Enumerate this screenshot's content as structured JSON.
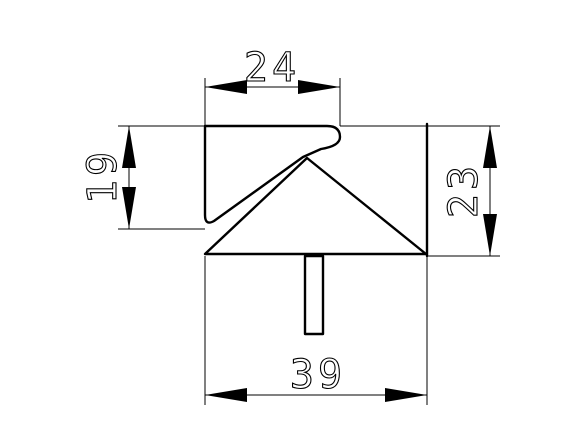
{
  "dimensions": {
    "top_width": "24",
    "left_height": "19",
    "right_height": "23",
    "bottom_width": "39"
  }
}
